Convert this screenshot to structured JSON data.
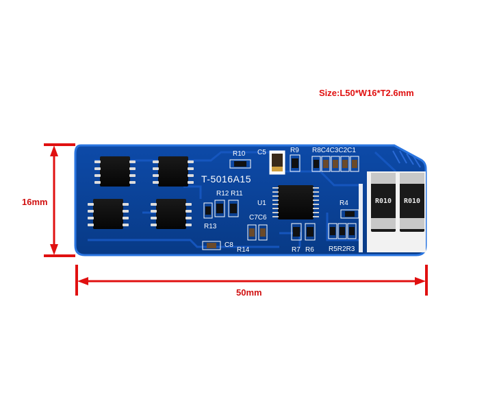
{
  "size_label": "Size:L50*W16*T2.6mm",
  "dimensions": {
    "height_label": "16mm",
    "width_label": "50mm"
  },
  "board": {
    "part_number": "T-5016A15",
    "silkscreen": {
      "r10": "R10",
      "c5": "C5",
      "r9": "R9",
      "r8_c4_c3_c2_c1": "R8C4C3C2C1",
      "r12_r11": "R12 R11",
      "u1": "U1",
      "r4": "R4",
      "r13": "R13",
      "c7_c6": "C7C6",
      "c8": "C8",
      "r14": "R14",
      "r7": "R7",
      "r6": "R6",
      "r5_r2_r3": "R5R2R3"
    },
    "shunt_resistor_marking": "R010",
    "colors": {
      "board": "#0b3f96",
      "edge": "#1f66d0",
      "dimension": "#e01010"
    }
  }
}
